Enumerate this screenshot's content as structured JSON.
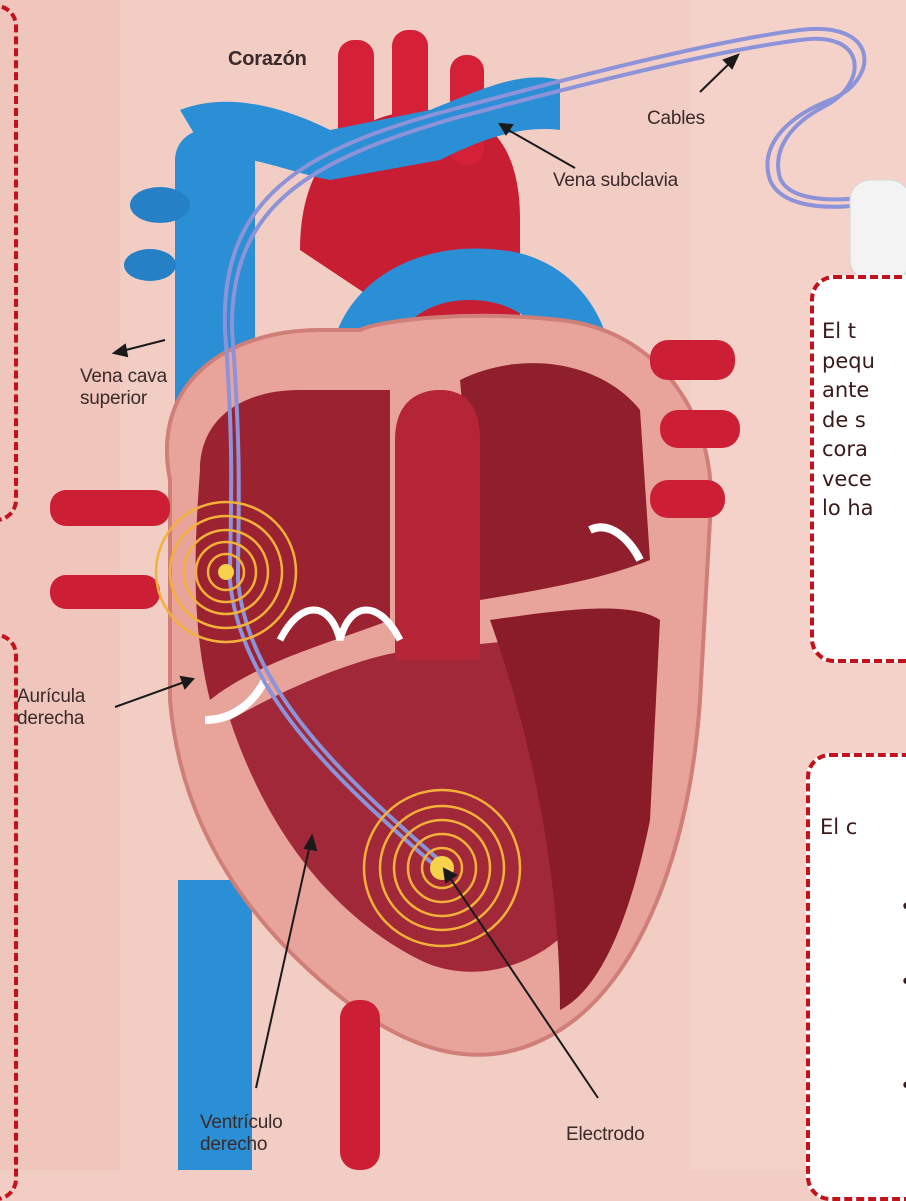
{
  "labels": {
    "corazon": "Corazón",
    "cables": "Cables",
    "vena_subclavia": "Vena subclavia",
    "vena_cava_1": "Vena cava",
    "vena_cava_2": "superior",
    "auricula_1": "Aurícula",
    "auricula_2": "derecha",
    "ventriculo_1": "Ventrículo",
    "ventriculo_2": "derecho",
    "electrodo": "Electrodo"
  },
  "card_top": {
    "lines": [
      "El t",
      "pequ",
      "ante",
      "de s",
      "cora",
      "vece",
      "lo ha"
    ]
  },
  "card_bottom": {
    "heading": "El c",
    "bullets": [
      "•",
      "•",
      "•"
    ]
  },
  "colors": {
    "background": "#f2cdc4",
    "vein_blue": "#2b8fd6",
    "artery_red": "#d0233a",
    "chamber_dark": "#8f1f2c",
    "wall_pink": "#e8a39a",
    "electrode_ring": "#f4b13a",
    "lead_wire": "#8c93d8",
    "dashed_border": "#c4121c"
  }
}
